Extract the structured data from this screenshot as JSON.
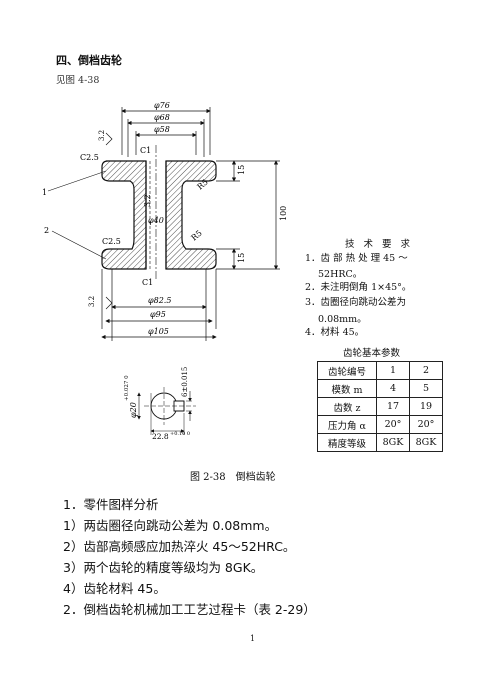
{
  "heading": "四、倒档齿轮",
  "figure_ref": "见图 4-38",
  "drawing": {
    "dims": {
      "d76": "φ76",
      "d68": "φ68",
      "d58": "φ58",
      "d40": "φ40",
      "d82_5": "φ82.5",
      "d95": "φ95",
      "d105": "φ105",
      "h15a": "15",
      "h15b": "15",
      "h100": "100",
      "c1_top": "C1",
      "c1_bot": "C1",
      "c25_top": "C2.5",
      "c25_bot": "C2.5",
      "r5_top": "R5",
      "r5_bot": "R5",
      "rough_top": "3.2",
      "rough_bot": "3.2",
      "rough_bore": "3.2",
      "leader1": "1",
      "leader2": "2",
      "key_dia": "φ20",
      "key_dia_tol": "+0.027 0",
      "key_width": "6±0.015",
      "key_depth": "22.8",
      "key_depth_tol": "+0.10 0"
    }
  },
  "tech_requirements": {
    "title": "技 术 要 求",
    "items": [
      "1．齿 部 热 处 理 45 ～",
      "52HRC。",
      "2．未注明倒角 1×45°。",
      "3．齿圈径向跳动公差为",
      "0.08mm。",
      "4．材料 45。"
    ]
  },
  "gear_table": {
    "title": "齿轮基本参数",
    "rows": [
      [
        "齿轮编号",
        "1",
        "2"
      ],
      [
        "模数 m",
        "4",
        "5"
      ],
      [
        "齿数 z",
        "17",
        "19"
      ],
      [
        "压力角 α",
        "20°",
        "20°"
      ],
      [
        "精度等级",
        "8GK",
        "8GK"
      ]
    ]
  },
  "figure_caption": "图 2-38　倒档齿轮",
  "body": [
    "1．零件图样分析",
    "1）两齿圈径向跳动公差为 0.08mm。",
    "2）齿部高频感应加热淬火 45～52HRC。",
    "3）两个齿轮的精度等级均为 8GK。",
    "4）齿轮材料 45。",
    "2．倒档齿轮机械加工工艺过程卡（表 2-29）"
  ],
  "page_number": "1"
}
